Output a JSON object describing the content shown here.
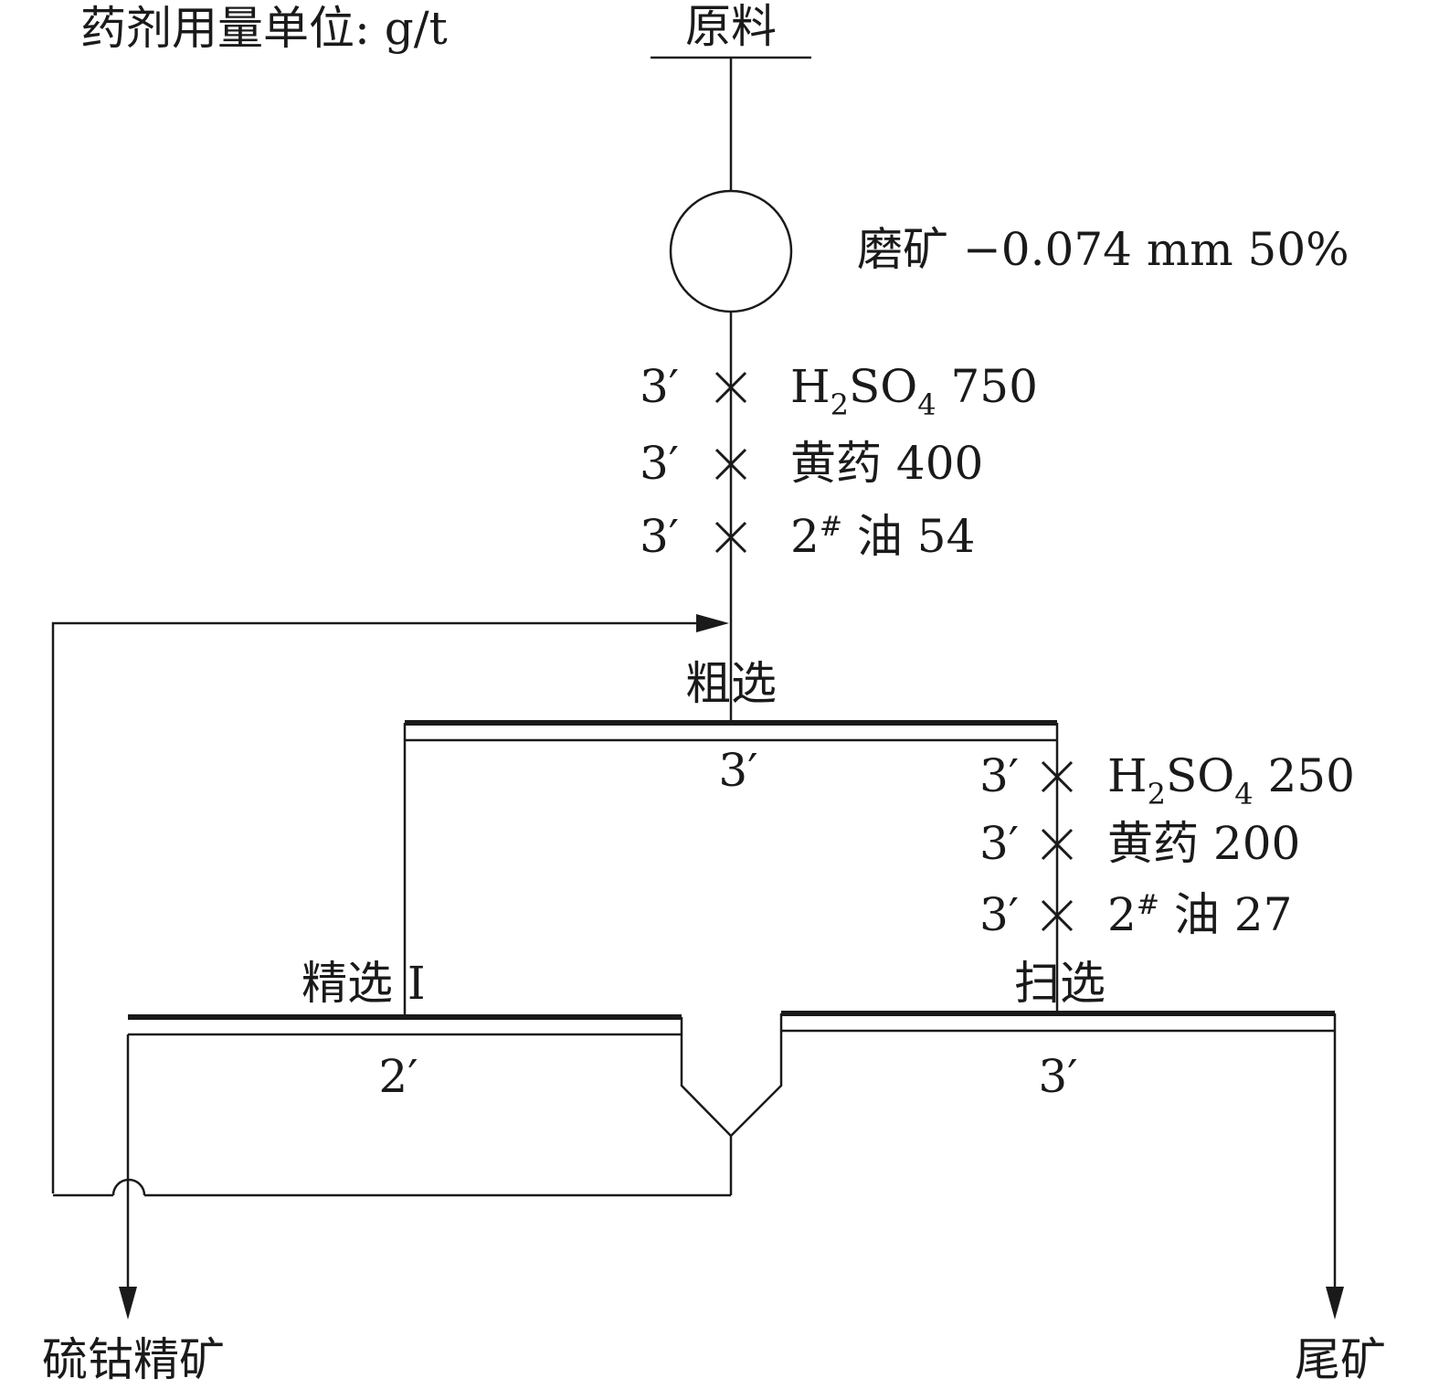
{
  "units_note": "药剂用量单位: g/t",
  "feed": "原料",
  "grinding": {
    "label": "磨矿",
    "spec": "−0.074 mm 50%"
  },
  "roughing": {
    "label": "粗选",
    "time": "3′",
    "reagents": [
      {
        "time": "3′",
        "name": "H",
        "sub1": "2",
        "mid": "SO",
        "sub2": "4",
        "dose": "750"
      },
      {
        "time": "3′",
        "name": "黄药",
        "dose": "400"
      },
      {
        "time": "3′",
        "base": "2",
        "sup": "#",
        "name": "油",
        "dose": "54"
      }
    ]
  },
  "scavenging": {
    "label": "扫选",
    "time": "3′",
    "reagents": [
      {
        "time": "3′",
        "name": "H",
        "sub1": "2",
        "mid": "SO",
        "sub2": "4",
        "dose": "250"
      },
      {
        "time": "3′",
        "name": "黄药",
        "dose": "200"
      },
      {
        "time": "3′",
        "base": "2",
        "sup": "#",
        "name": "油",
        "dose": "27"
      }
    ]
  },
  "cleaning": {
    "label": "精选 I",
    "time": "2′"
  },
  "outputs": {
    "concentrate": "硫钴精矿",
    "tailings": "尾矿"
  }
}
